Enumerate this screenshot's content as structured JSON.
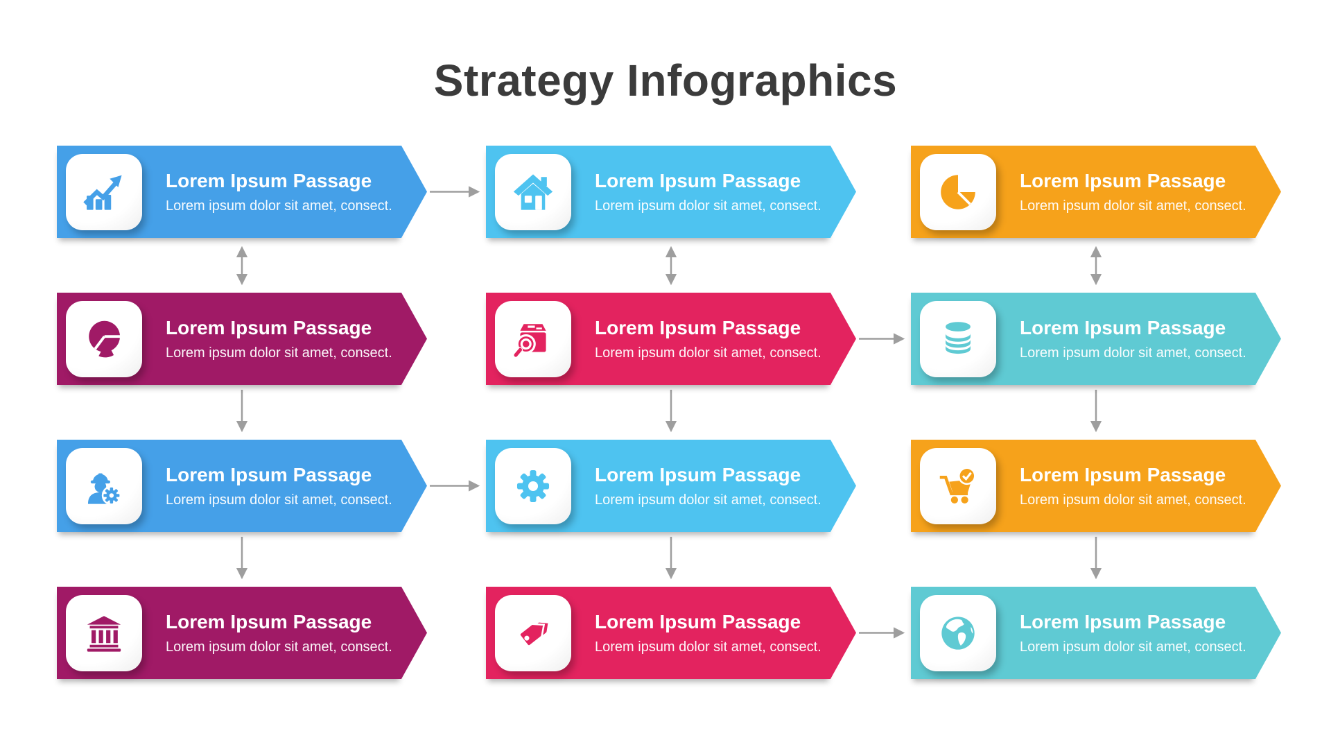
{
  "page": {
    "title": "Strategy Infographics"
  },
  "colors": {
    "blue": "#45A0E8",
    "sky": "#4EC3F0",
    "orange": "#F6A21B",
    "magenta": "#A01A66",
    "pink": "#E3235F",
    "teal": "#5FCAD3",
    "connector": "#9E9E9E",
    "heading_text": "#3B3B3B",
    "banner_text": "#FFFFFF"
  },
  "banners": [
    {
      "row": 1,
      "col": 1,
      "color": "blue",
      "icon": "growth-chart-icon",
      "title": "Lorem Ipsum Passage",
      "description": "Lorem ipsum dolor sit amet, consect."
    },
    {
      "row": 1,
      "col": 2,
      "color": "sky",
      "icon": "home-icon",
      "title": "Lorem Ipsum Passage",
      "description": "Lorem ipsum dolor sit amet, consect."
    },
    {
      "row": 1,
      "col": 3,
      "color": "orange",
      "icon": "pie-chart-icon",
      "title": "Lorem Ipsum Passage",
      "description": "Lorem ipsum dolor sit amet, consect."
    },
    {
      "row": 2,
      "col": 1,
      "color": "magenta",
      "icon": "pie-segments-icon",
      "title": "Lorem Ipsum Passage",
      "description": "Lorem ipsum dolor sit amet, consect."
    },
    {
      "row": 2,
      "col": 2,
      "color": "pink",
      "icon": "package-search-icon",
      "title": "Lorem Ipsum Passage",
      "description": "Lorem ipsum dolor sit amet, consect."
    },
    {
      "row": 2,
      "col": 3,
      "color": "teal",
      "icon": "database-icon",
      "title": "Lorem Ipsum Passage",
      "description": "Lorem ipsum dolor sit amet, consect."
    },
    {
      "row": 3,
      "col": 1,
      "color": "blue",
      "icon": "engineer-icon",
      "title": "Lorem Ipsum Passage",
      "description": "Lorem ipsum dolor sit amet, consect."
    },
    {
      "row": 3,
      "col": 2,
      "color": "sky",
      "icon": "gear-icon",
      "title": "Lorem Ipsum Passage",
      "description": "Lorem ipsum dolor sit amet, consect."
    },
    {
      "row": 3,
      "col": 3,
      "color": "orange",
      "icon": "cart-check-icon",
      "title": "Lorem Ipsum Passage",
      "description": "Lorem ipsum dolor sit amet, consect."
    },
    {
      "row": 4,
      "col": 1,
      "color": "magenta",
      "icon": "bank-icon",
      "title": "Lorem Ipsum Passage",
      "description": "Lorem ipsum dolor sit amet, consect."
    },
    {
      "row": 4,
      "col": 2,
      "color": "pink",
      "icon": "price-tags-icon",
      "title": "Lorem Ipsum Passage",
      "description": "Lorem ipsum dolor sit amet, consect."
    },
    {
      "row": 4,
      "col": 3,
      "color": "teal",
      "icon": "globe-icon",
      "title": "Lorem Ipsum Passage",
      "description": "Lorem ipsum dolor sit amet, consect."
    }
  ],
  "connectors": [
    {
      "type": "horizontal-right",
      "row": 1,
      "from_col": 1,
      "to_col": 2
    },
    {
      "type": "horizontal-right",
      "row": 2,
      "from_col": 2,
      "to_col": 3
    },
    {
      "type": "horizontal-right",
      "row": 3,
      "from_col": 1,
      "to_col": 2
    },
    {
      "type": "horizontal-right",
      "row": 4,
      "from_col": 2,
      "to_col": 3
    },
    {
      "type": "vertical-double",
      "col": 1,
      "between_rows": [
        1,
        2
      ]
    },
    {
      "type": "vertical-double",
      "col": 2,
      "between_rows": [
        1,
        2
      ]
    },
    {
      "type": "vertical-double",
      "col": 3,
      "between_rows": [
        1,
        2
      ]
    },
    {
      "type": "vertical-down",
      "col": 1,
      "between_rows": [
        2,
        3
      ]
    },
    {
      "type": "vertical-down",
      "col": 2,
      "between_rows": [
        2,
        3
      ]
    },
    {
      "type": "vertical-down",
      "col": 3,
      "between_rows": [
        2,
        3
      ]
    },
    {
      "type": "vertical-down",
      "col": 1,
      "between_rows": [
        3,
        4
      ]
    },
    {
      "type": "vertical-down",
      "col": 2,
      "between_rows": [
        3,
        4
      ]
    },
    {
      "type": "vertical-down",
      "col": 3,
      "between_rows": [
        3,
        4
      ]
    }
  ]
}
